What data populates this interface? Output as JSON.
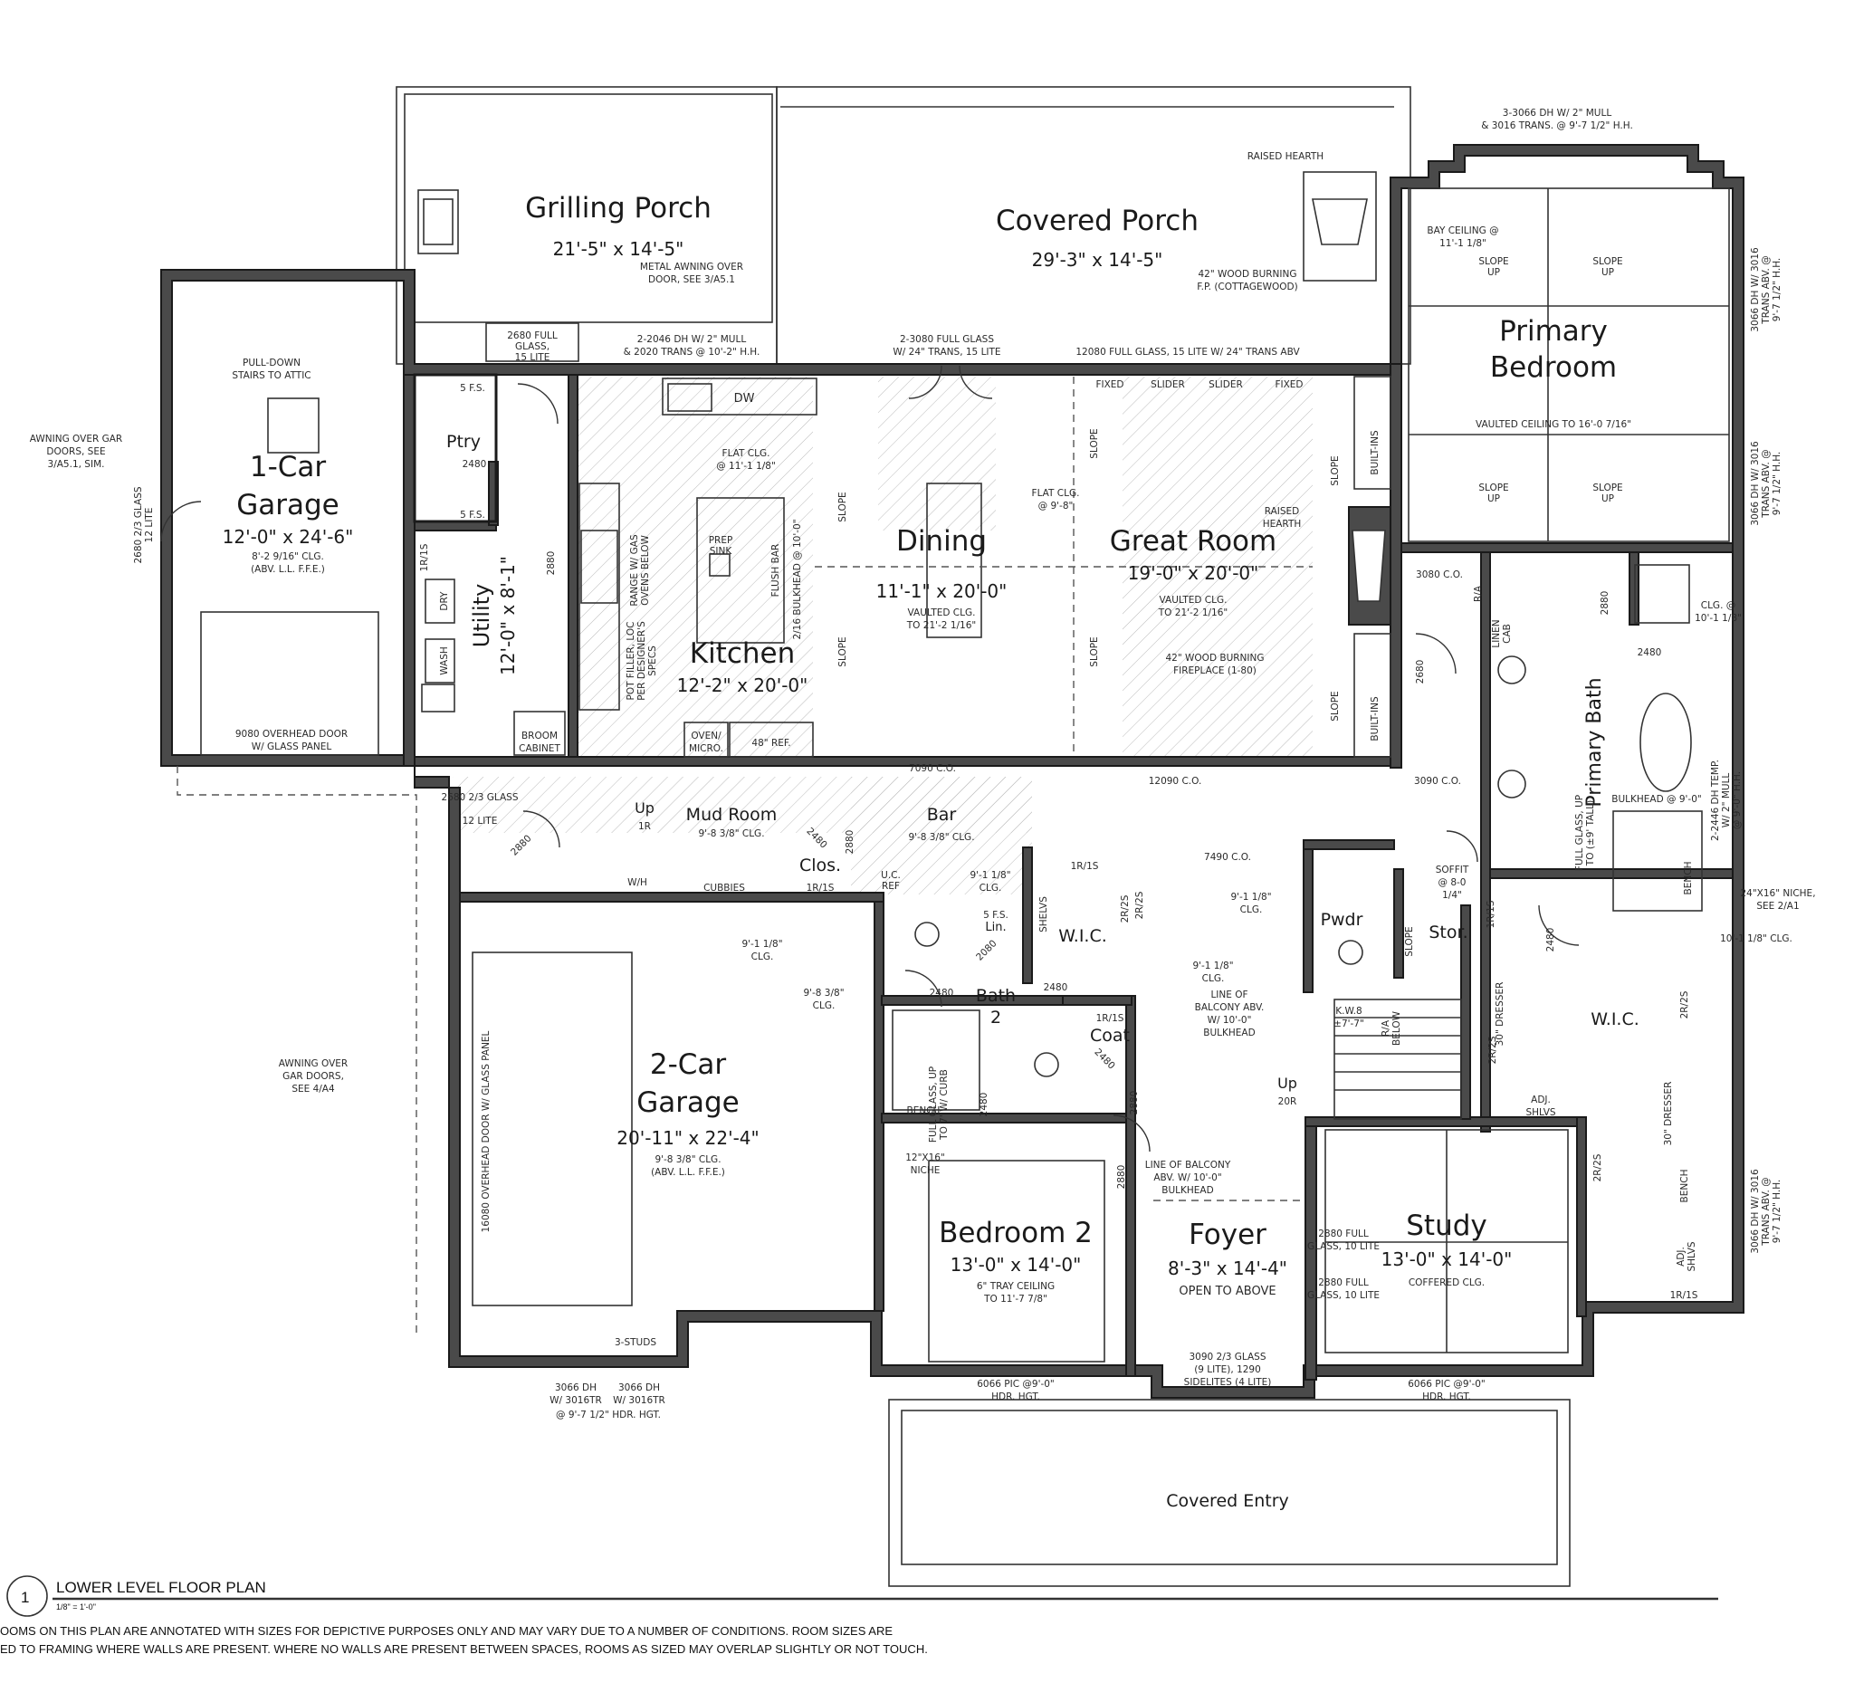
{
  "rooms": {
    "grilling_porch": {
      "name": "Grilling Porch",
      "dim": "21'-5\" x 14'-5\""
    },
    "covered_porch": {
      "name": "Covered Porch",
      "dim": "29'-3\" x 14'-5\""
    },
    "primary_bedroom": {
      "line1": "Primary",
      "line2": "Bedroom"
    },
    "garage1": {
      "line1": "1-Car",
      "line2": "Garage",
      "dim": "12'-0\" x 24'-6\"",
      "note1": "8'-2 9/16\" CLG.",
      "note2": "(ABV. L.L. F.F.E.)"
    },
    "pantry": {
      "name": "Ptry"
    },
    "utility": {
      "name": "Utility",
      "dim": "12'-0\" x 8'-1\""
    },
    "kitchen": {
      "name": "Kitchen",
      "dim": "12'-2\" x 20'-0\""
    },
    "dining": {
      "name": "Dining",
      "dim": "11'-1\" x 20'-0\"",
      "note1": "VAULTED CLG.",
      "note2": "TO 21'-2 1/16\""
    },
    "great_room": {
      "name": "Great Room",
      "dim": "19'-0\" x 20'-0\"",
      "note1": "VAULTED CLG.",
      "note2": "TO 21'-2 1/16\""
    },
    "primary_bath": {
      "name": "Primary Bath"
    },
    "mud_room": {
      "name": "Mud Room",
      "note": "9'-8 3/8\" CLG."
    },
    "bar": {
      "name": "Bar",
      "note": "9'-8 3/8\" CLG."
    },
    "closet": {
      "name": "Clos."
    },
    "wic_bath2": {
      "name": "W.I.C."
    },
    "bath2": {
      "line1": "Bath",
      "line2": "2"
    },
    "linen": {
      "name": "Lin."
    },
    "coat": {
      "name": "Coat"
    },
    "powder": {
      "name": "Pwdr"
    },
    "storage": {
      "name": "Stor."
    },
    "wic_primary": {
      "name": "W.I.C."
    },
    "garage2": {
      "line1": "2-Car",
      "line2": "Garage",
      "dim": "20'-11\" x 22'-4\"",
      "note1": "9'-8 3/8\" CLG.",
      "note2": "(ABV. L.L. F.F.E.)"
    },
    "bedroom2": {
      "name": "Bedroom 2",
      "dim": "13'-0\" x 14'-0\"",
      "note1": "6\" TRAY CEILING",
      "note2": "TO 11'-7 7/8\""
    },
    "foyer": {
      "name": "Foyer",
      "dim": "8'-3\" x 14'-4\"",
      "note": "OPEN TO ABOVE"
    },
    "study": {
      "name": "Study",
      "dim": "13'-0\" x 14'-0\"",
      "note": "COFFERED CLG."
    },
    "covered_entry": {
      "name": "Covered Entry"
    }
  },
  "notes": {
    "raised_hearth_top": "RAISED HEARTH",
    "fp_top_1": "42\" WOOD BURNING",
    "fp_top_2": "F.P. (COTTAGEWOOD)",
    "trans_top_1": "3-3066 DH W/ 2\" MULL",
    "trans_top_2": "& 3016 TRANS. @ 9'-7 1/2\" H.H.",
    "metal_awning_1": "METAL AWNING OVER",
    "metal_awning_2": "DOOR, SEE 3/A5.1",
    "glass_2680_1": "2680 FULL",
    "glass_2680_2": "GLASS,",
    "glass_2680_3": "15 LITE",
    "dh_2046_1": "2-2046 DH W/ 2\" MULL",
    "dh_2046_2": "& 2020 TRANS @ 10'-2\" H.H.",
    "glass_3080_1": "2-3080 FULL GLASS",
    "glass_3080_2": "W/ 24\" TRANS, 15 LITE",
    "glass_12080": "12080 FULL GLASS, 15 LITE W/ 24\" TRANS ABV",
    "fixed_l": "FIXED",
    "slider_l": "SLIDER",
    "slider_r": "SLIDER",
    "fixed_r": "FIXED",
    "bay_ceiling_1": "BAY CEILING @",
    "bay_ceiling_2": "11'-1 1/8\"",
    "slope_up": "SLOPE",
    "up": "UP",
    "vaulted_primary": "VAULTED CEILING TO 16'-0 7/16\"",
    "pull_down_1": "PULL-DOWN",
    "pull_down_2": "STAIRS TO ATTIC",
    "awning_gar_1": "AWNING OVER GAR",
    "awning_gar_2": "DOORS, SEE",
    "awning_gar_3": "3/A5.1, SIM.",
    "glass_2680_23_1": "2680 2/3 GLASS",
    "glass_2680_23_2": "12 LITE",
    "fs5": "5 F.S.",
    "n2480": "2480",
    "n2680": "2680",
    "n2880": "2880",
    "n2080": "2080",
    "flat_clg_1": "FLAT CLG.",
    "flat_clg_2": "@ 11'-1 1/8\"",
    "dw": "DW",
    "range_1": "RANGE W/ GAS",
    "range_2": "OVENS BELOW",
    "prep_sink_1": "PREP",
    "prep_sink_2": "SINK",
    "flush_bar": "FLUSH BAR",
    "bulkhead_216": "2/16 BULKHEAD @ 10'-0\"",
    "pot_filler_1": "POT FILLER, LOC",
    "pot_filler_2": "PER DESIGNER'S",
    "pot_filler_3": "SPECS",
    "oven_1": "OVEN/",
    "oven_2": "MICRO.",
    "ref_48": "48\" REF.",
    "broom_1": "BROOM",
    "broom_2": "CABINET",
    "dry": "DRY",
    "wash": "WASH",
    "ir15": "1R/1S",
    "ir15_2r25": "2R/2S",
    "flat_clg_dining_1": "FLAT CLG.",
    "flat_clg_dining_2": "@ 9'-8\"",
    "raised_hearth_gr_1": "RAISED",
    "raised_hearth_gr_2": "HEARTH",
    "built_ins": "BUILT-INS",
    "fp_gr_1": "42\" WOOD BURNING",
    "fp_gr_2": "FIREPLACE (1-80)",
    "co_3080": "3080 C.O.",
    "ra": "R/A",
    "linen_cab_1": "LINEN",
    "linen_cab_2": "CAB",
    "clg_primary_1": "CLG. @",
    "clg_primary_2": "10'-1 1/8\"",
    "dh_3066_r1_1": "3066 DH W/ 3016",
    "dh_3066_r1_2": "TRANS ABV. @",
    "dh_3066_r1_3": "9'-7 1/2\" H.H.",
    "full_glass_1": "FULL GLASS, UP",
    "full_glass_2": "TO (±9' TALL)",
    "bulkhead_9": "BULKHEAD @ 9'-0\"",
    "temp_2446_1": "2-2446 DH TEMP.",
    "temp_2446_2": "W/ 2\" MULL",
    "temp_2446_3": "@ 9'-0\" H.H.",
    "bench": "BENCH",
    "niche_24_1": "24\"X16\" NICHE,",
    "niche_24_2": "SEE 2/A1",
    "clg_10118": "10'-1 1/8\" CLG.",
    "co_7090": "7090 C.O.",
    "co_12090": "12090 C.O.",
    "co_3090": "3090 C.O.",
    "co_7490": "7490 C.O.",
    "up_ir": "Up",
    "ir": "1R",
    "wh": "W/H",
    "cubbies": "CUBBIES",
    "uc_ref_1": "U.C.",
    "uc_ref_2": "REF",
    "clg_9118_1": "9'-1 1/8\"",
    "clg_9118_2": "CLG.",
    "shelves": "SHELVS",
    "soffit_1": "SOFFIT",
    "soffit_2": "@ 8-0",
    "soffit_3": "1/4\"",
    "slope": "SLOPE",
    "line_balcony_1": "LINE OF",
    "line_balcony_2": "BALCONY ABV.",
    "line_balcony_3": "W/ 10'-0\"",
    "line_balcony_4": "BULKHEAD",
    "kw8_1": "K.W.8",
    "kw8_2": "±7'-7\"",
    "ra_below_1": "R/A",
    "ra_below_2": "BELOW",
    "dresser_30": "30\" DRESSER",
    "adj_shlvs_1": "ADJ.",
    "adj_shlvs_2": "SHLVS",
    "clg_9838_1": "9'-8 3/8\"",
    "clg_9838_2": "CLG.",
    "full_glass_shower_1": "FULL GLASS, UP",
    "full_glass_shower_2": "TO 7' W/ CURB",
    "up_20r": "Up",
    "r20": "20R",
    "niche_12_1": "12\"X16\"",
    "niche_12_2": "NICHE",
    "awning_over_1": "AWNING OVER",
    "awning_over_2": "GAR DOORS,",
    "awning_over_3": "SEE 4/A4",
    "ohd_9080_1": "9080 OVERHEAD DOOR",
    "ohd_9080_2": "W/ GLASS PANEL",
    "ohd_16080": "16080 OVERHEAD DOOR W/ GLASS PANEL",
    "line_balc2_1": "LINE OF BALCONY",
    "line_balc2_2": "ABV. W/ 10'-0\"",
    "line_balc2_3": "BULKHEAD",
    "glass_2880_1": "2880 FULL",
    "glass_2880_2": "GLASS, 10 LITE",
    "studs": "3-STUDS",
    "dh_3066_b1_1": "3066 DH",
    "dh_3066_b1_2": "W/ 3016TR",
    "dh_3066_b2_1": "3066 DH",
    "dh_3066_b2_2": "W/ 3016TR",
    "hdr_9712": "@ 9'-7 1/2\" HDR. HGT.",
    "pic_6066_1": "6066 PIC @9'-0\"",
    "pic_6066_2": "HDR. HGT.",
    "glass_3090_1": "3090 2/3 GLASS",
    "glass_3090_2": "(9 LITE), 1290",
    "glass_3090_3": "SIDELITES (4 LITE)"
  },
  "title_block": {
    "number": "1",
    "title": "LOWER LEVEL FLOOR PLAN",
    "scale": "1/8\" = 1'-0\""
  },
  "disclaimer": {
    "line1": "OOMS ON THIS PLAN ARE ANNOTATED WITH SIZES FOR DEPICTIVE PURPOSES ONLY AND MAY VARY DUE TO A NUMBER OF CONDITIONS. ROOM SIZES ARE",
    "line2": "ED TO FRAMING WHERE WALLS ARE PRESENT. WHERE NO WALLS ARE PRESENT BETWEEN SPACES, ROOMS AS SIZED MAY OVERLAP SLIGHTLY OR NOT TOUCH."
  }
}
